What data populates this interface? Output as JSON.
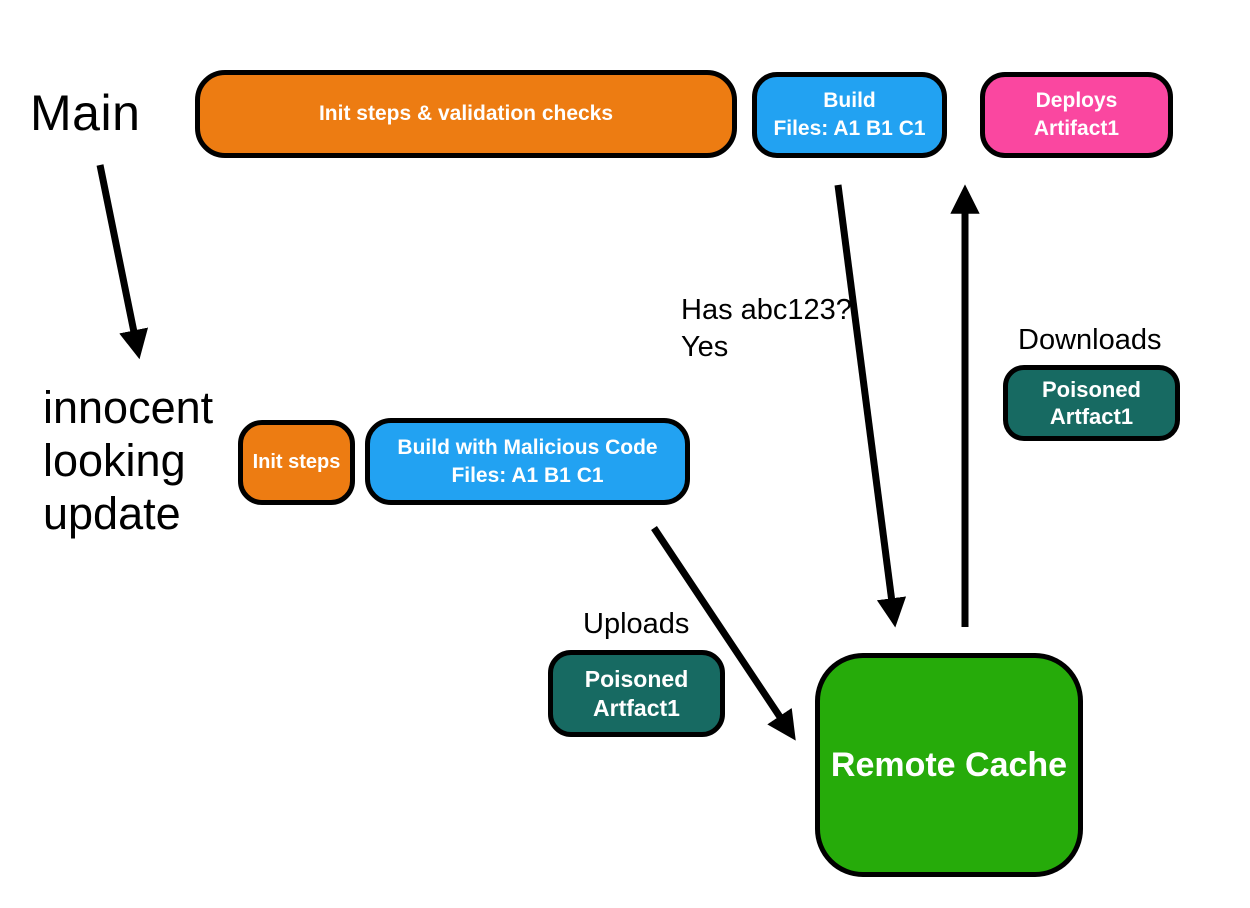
{
  "labels": {
    "main": "Main",
    "innocent_update": "innocent\nlooking\nupdate",
    "has_hash": "Has abc123?\nYes",
    "downloads": "Downloads",
    "uploads": "Uploads"
  },
  "nodes": {
    "init_validation": {
      "title": "Init steps & validation checks",
      "color": "#ED7C12"
    },
    "build": {
      "line1": "Build",
      "line2": "Files: A1 B1 C1",
      "color": "#22A2F2"
    },
    "deploys": {
      "line1": "Deploys",
      "line2": "Artifact1",
      "color": "#FA47A0"
    },
    "init_steps": {
      "title": "Init steps",
      "color": "#ED7C12"
    },
    "build_malicious": {
      "line1": "Build with Malicious Code",
      "line2": "Files: A1 B1 C1",
      "color": "#22A2F2"
    },
    "poisoned_download": {
      "line1": "Poisoned",
      "line2": "Artfact1",
      "color": "#176A62"
    },
    "poisoned_upload": {
      "line1": "Poisoned",
      "line2": "Artfact1",
      "color": "#176A62"
    },
    "remote_cache": {
      "title": "Remote Cache",
      "color": "#26AB0A"
    }
  },
  "colors": {
    "border": "#000000",
    "arrow": "#000000",
    "text": "#000000",
    "node_text": "#FFFFFF",
    "background": "#FFFFFF"
  }
}
